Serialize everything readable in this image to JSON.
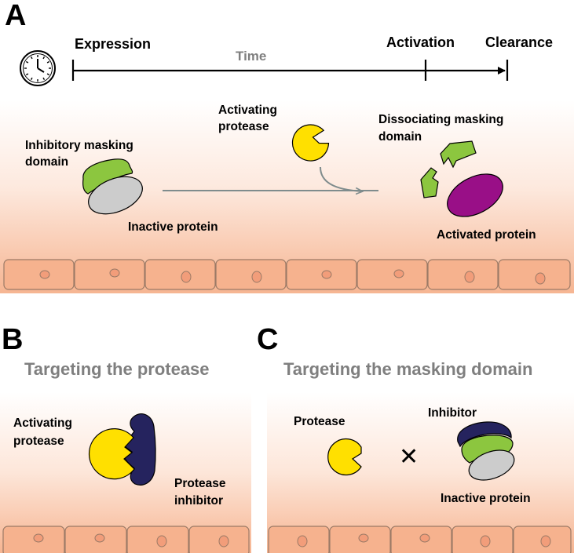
{
  "panel_a": {
    "letter": "A",
    "timeline": {
      "start": "Expression",
      "middle": "Time",
      "activation": "Activation",
      "end": "Clearance"
    },
    "labels": {
      "masking_line1": "Inhibitory masking",
      "masking_line2": "domain",
      "inactive": "Inactive protein",
      "protease_line1": "Activating",
      "protease_line2": "protease",
      "dissociating_line1": "Dissociating masking",
      "dissociating_line2": "domain",
      "activated": "Activated protein"
    }
  },
  "panel_b": {
    "letter": "B",
    "title": "Targeting the protease",
    "labels": {
      "protease_line1": "Activating",
      "protease_line2": "protease",
      "inhibitor_line1": "Protease",
      "inhibitor_line2": "inhibitor"
    }
  },
  "panel_c": {
    "letter": "C",
    "title": "Targeting the masking domain",
    "labels": {
      "protease": "Protease",
      "inhibitor": "Inhibitor",
      "inactive": "Inactive protein",
      "cross": "✕"
    }
  },
  "colors": {
    "green": "#8cc63f",
    "grey_protein": "#cccccc",
    "yellow": "#ffe000",
    "purple": "#990f87",
    "navy": "#25235e",
    "cell": "#f6b28e",
    "tissue": "#f8c3a6"
  }
}
